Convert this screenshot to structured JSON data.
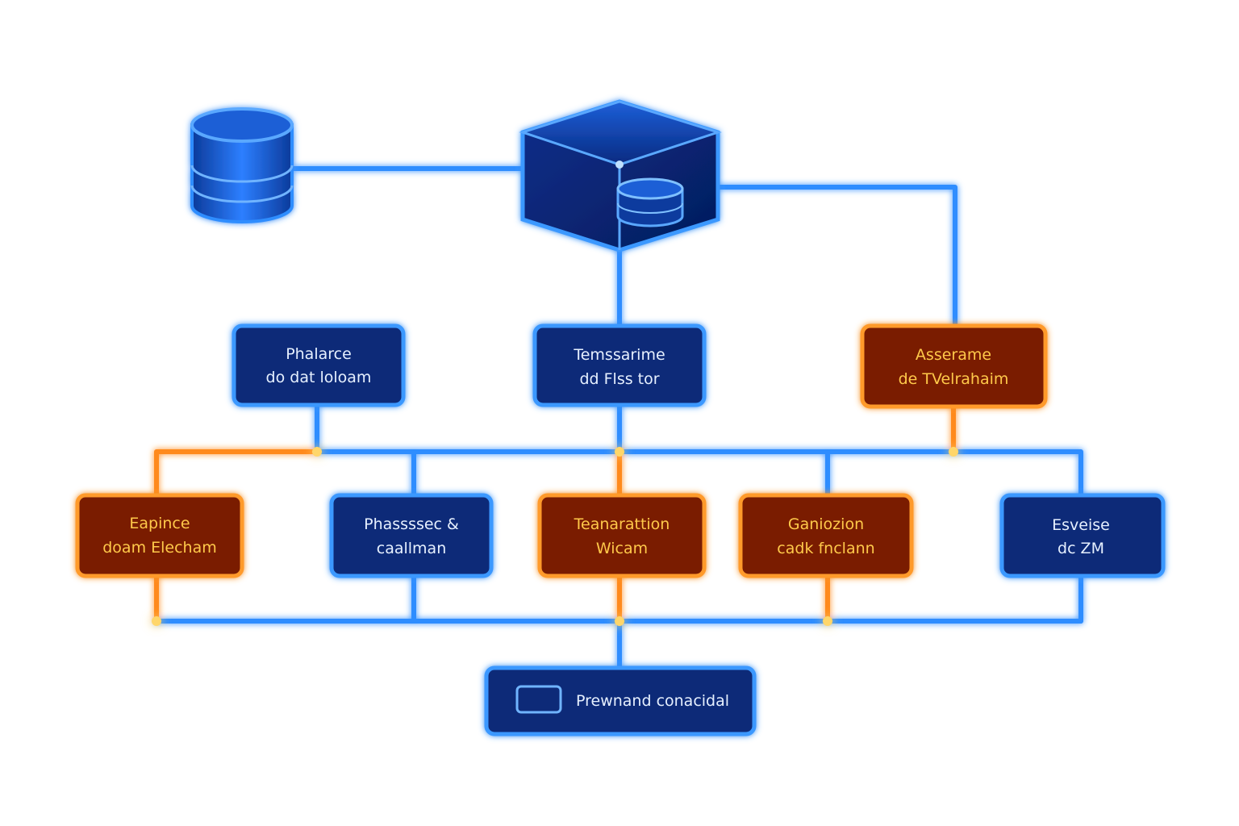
{
  "colors": {
    "blue_line": "#2f8dff",
    "blue_box_fill": "#0a2a78",
    "blue_box_border": "#3a98ff",
    "orange_line": "#ff8a1f",
    "orange_box_fill": "#7a1c06",
    "orange_box_border": "#ff9a2a",
    "orange_text": "#ffc94a",
    "blue_text": "#e6f0ff",
    "junction": "#ffd66b"
  },
  "icons": {
    "database": "database-icon",
    "hub": "hub-cube-icon"
  },
  "nodes": {
    "top_left": {
      "line1": "Phalarce",
      "line2": "do dat loloam",
      "style": "blue"
    },
    "top_center": {
      "line1": "Temssarime",
      "line2": "dd  Flss tor",
      "style": "blue"
    },
    "top_right": {
      "line1": "Asserame",
      "line2": "de TVelrahaim",
      "style": "orange"
    },
    "mid_1": {
      "line1": "Eapince",
      "line2": "doam Elecham",
      "style": "orange"
    },
    "mid_2": {
      "line1": "Phassssec &",
      "line2": "caallman",
      "style": "blue"
    },
    "mid_3": {
      "line1": "Teanarattion",
      "line2": "Wicam",
      "style": "orange"
    },
    "mid_4": {
      "line1": "Ganiozion",
      "line2": "cadk fnclann",
      "style": "orange"
    },
    "mid_5": {
      "line1": "Esveise",
      "line2": "dc ZM",
      "style": "blue"
    }
  },
  "bottom_node": {
    "label": "Prewnand conacidal"
  }
}
